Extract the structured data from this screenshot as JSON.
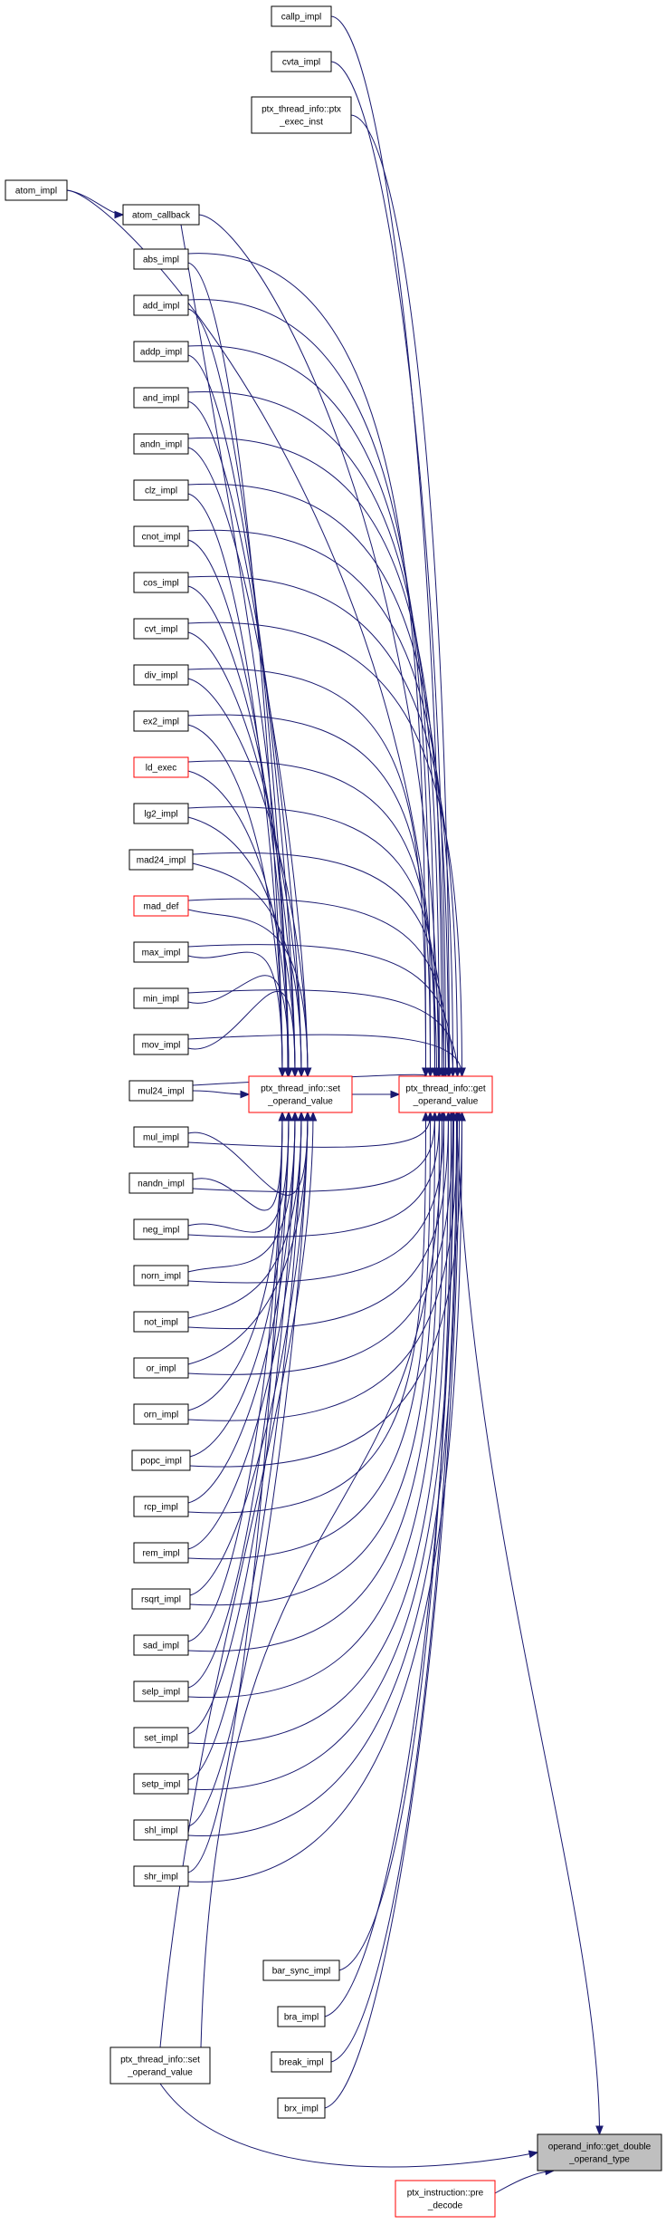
{
  "colors": {
    "edge": "#191970",
    "highlight_border": "#ff0000",
    "target_fill": "#bfbfbf"
  },
  "nodes": {
    "callp_impl": [
      "callp_impl"
    ],
    "cvta_impl": [
      "cvta_impl"
    ],
    "exec_inst": [
      "ptx_thread_info::ptx",
      "_exec_inst"
    ],
    "atom_impl": [
      "atom_impl"
    ],
    "atom_callback": [
      "atom_callback"
    ],
    "abs_impl": [
      "abs_impl"
    ],
    "add_impl": [
      "add_impl"
    ],
    "addp_impl": [
      "addp_impl"
    ],
    "and_impl": [
      "and_impl"
    ],
    "andn_impl": [
      "andn_impl"
    ],
    "clz_impl": [
      "clz_impl"
    ],
    "cnot_impl": [
      "cnot_impl"
    ],
    "cos_impl": [
      "cos_impl"
    ],
    "cvt_impl": [
      "cvt_impl"
    ],
    "div_impl": [
      "div_impl"
    ],
    "ex2_impl": [
      "ex2_impl"
    ],
    "ld_exec": [
      "ld_exec"
    ],
    "lg2_impl": [
      "lg2_impl"
    ],
    "mad24_impl": [
      "mad24_impl"
    ],
    "mad_def": [
      "mad_def"
    ],
    "max_impl": [
      "max_impl"
    ],
    "min_impl": [
      "min_impl"
    ],
    "mov_impl": [
      "mov_impl"
    ],
    "mul24_impl": [
      "mul24_impl"
    ],
    "mul_impl": [
      "mul_impl"
    ],
    "nandn_impl": [
      "nandn_impl"
    ],
    "neg_impl": [
      "neg_impl"
    ],
    "norn_impl": [
      "norn_impl"
    ],
    "not_impl": [
      "not_impl"
    ],
    "or_impl": [
      "or_impl"
    ],
    "orn_impl": [
      "orn_impl"
    ],
    "popc_impl": [
      "popc_impl"
    ],
    "rcp_impl": [
      "rcp_impl"
    ],
    "rem_impl": [
      "rem_impl"
    ],
    "rsqrt_impl": [
      "rsqrt_impl"
    ],
    "sad_impl": [
      "sad_impl"
    ],
    "selp_impl": [
      "selp_impl"
    ],
    "set_impl": [
      "set_impl"
    ],
    "setp_impl": [
      "setp_impl"
    ],
    "shl_impl": [
      "shl_impl"
    ],
    "shr_impl": [
      "shr_impl"
    ],
    "set_operand_red": [
      "ptx_thread_info::set",
      "_operand_value"
    ],
    "get_operand": [
      "ptx_thread_info::get",
      "_operand_value"
    ],
    "bar_sync_impl": [
      "bar_sync_impl"
    ],
    "bra_impl": [
      "bra_impl"
    ],
    "break_impl": [
      "break_impl"
    ],
    "brx_impl": [
      "brx_impl"
    ],
    "set_operand_black": [
      "ptx_thread_info::set",
      "_operand_value"
    ],
    "target": [
      "operand_info::get_double",
      "_operand_type"
    ],
    "pre_decode": [
      "ptx_instruction::pre",
      "_decode"
    ]
  }
}
